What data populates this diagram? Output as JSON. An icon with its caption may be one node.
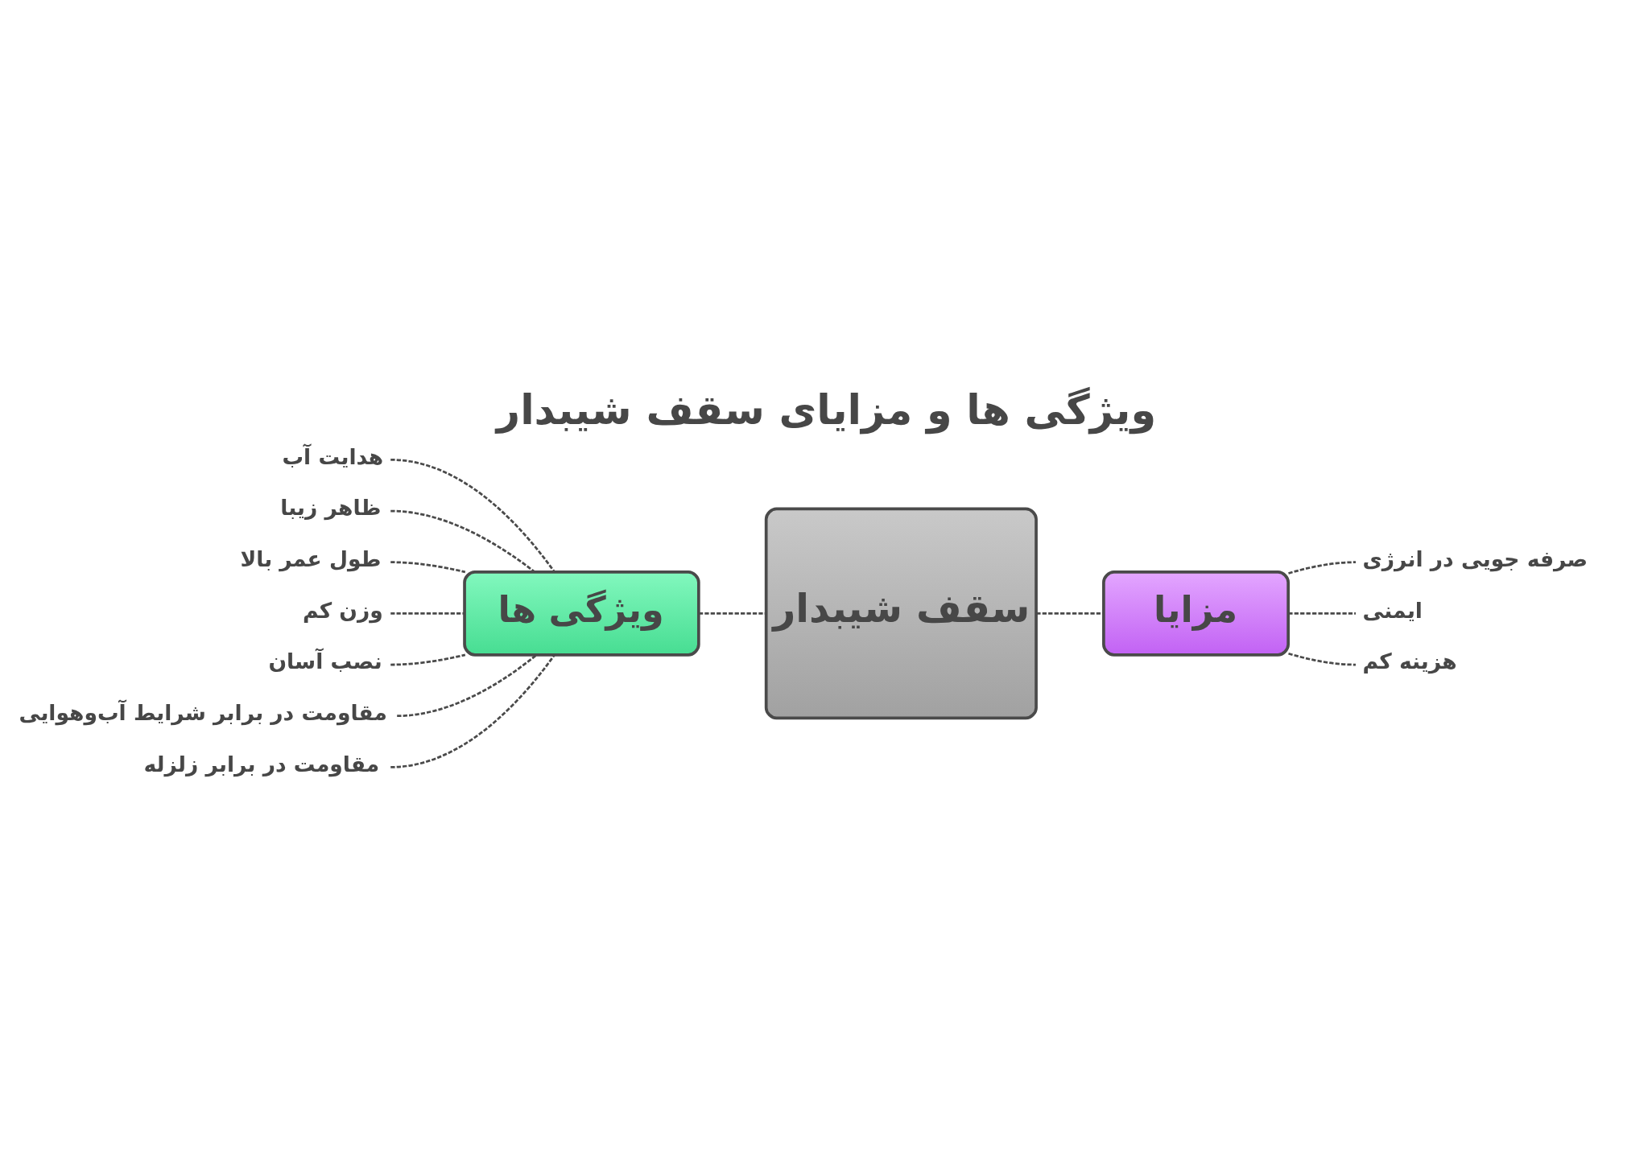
{
  "diagram": {
    "title": "ویژگی ها و مزایای سقف شیبدار",
    "nodes": [
      {
        "text": [
          "سقف شیبدار"
        ]
      },
      {
        "text": [
          "ویژگی ها"
        ]
      },
      {
        "text": [
          "مزایا"
        ]
      },
      {
        "text": [
          "هدایت آب"
        ]
      },
      {
        "text": [
          "ظاهر زیبا"
        ]
      },
      {
        "text": [
          "طول عمر بالا"
        ]
      },
      {
        "text": [
          "وزن کم"
        ]
      },
      {
        "text": [
          "نصب آسان"
        ]
      },
      {
        "text": [
          "مقاومت در برابر شرایط آب‌وهوایی"
        ]
      },
      {
        "text": [
          "مقاومت در برابر زلزله"
        ]
      },
      {
        "text": [
          "صرفه جویی در انرژی"
        ]
      },
      {
        "text": [
          "ایمنی"
        ]
      },
      {
        "text": [
          "هزینه کم"
        ]
      }
    ],
    "edges": [
      {
        "from": 1,
        "to": 0,
        "arrow": "none",
        "style": "dashed"
      },
      {
        "from": 0,
        "to": 2,
        "arrow": "none",
        "style": "dashed"
      },
      {
        "from": 3,
        "to": 1,
        "arrow": "none",
        "style": "dashed"
      },
      {
        "from": 4,
        "to": 1,
        "arrow": "none",
        "style": "dashed"
      },
      {
        "from": 5,
        "to": 1,
        "arrow": "none",
        "style": "dashed"
      },
      {
        "from": 6,
        "to": 1,
        "arrow": "none",
        "style": "dashed"
      },
      {
        "from": 7,
        "to": 1,
        "arrow": "none",
        "style": "dashed"
      },
      {
        "from": 8,
        "to": 1,
        "arrow": "none",
        "style": "dashed"
      },
      {
        "from": 9,
        "to": 1,
        "arrow": "none",
        "style": "dashed"
      },
      {
        "from": 2,
        "to": 10,
        "arrow": "none",
        "style": "dashed"
      },
      {
        "from": 2,
        "to": 11,
        "arrow": "none",
        "style": "dashed"
      },
      {
        "from": 2,
        "to": 12,
        "arrow": "none",
        "style": "dashed"
      }
    ]
  }
}
